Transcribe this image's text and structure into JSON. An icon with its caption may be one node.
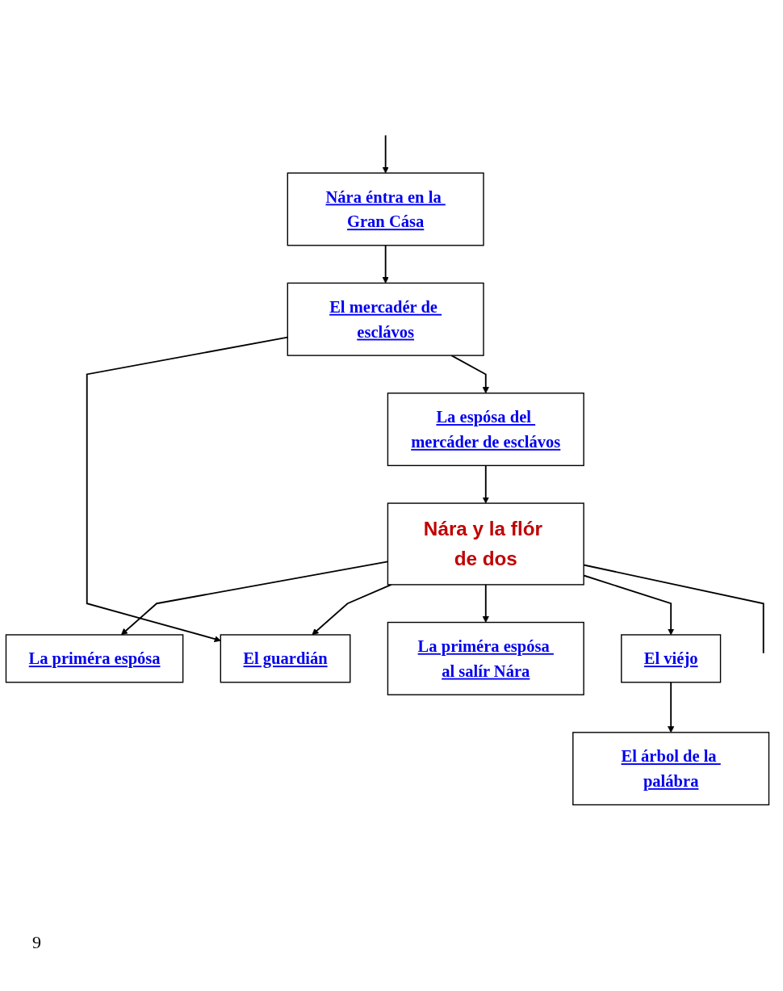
{
  "diagram": {
    "nodes": [
      {
        "text": [
          "Nára y la flór de dos"
        ]
      },
      {
        "text": [
          "La priméra espósa"
        ]
      },
      {
        "text": [
          "Nára éntra en la Gran Cása"
        ]
      },
      {
        "text": [
          "El mercadér de esclávos"
        ]
      },
      {
        "text": [
          "El guardián"
        ]
      },
      {
        "text": [
          "La espósa del mercáder de esclávos"
        ]
      },
      {
        "text": [
          "La priméra espósa al salír Nára"
        ]
      },
      {
        "text": [
          "El viéjo"
        ]
      },
      {
        "text": [
          "El árbol de la palábra"
        ]
      }
    ],
    "edges": [
      {
        "from": 0,
        "to": 1,
        "arrow": "to"
      },
      {
        "from": 0,
        "to": 4,
        "arrow": "to"
      },
      {
        "from": 0,
        "to": 6,
        "arrow": "to"
      },
      {
        "from": 0,
        "to": 7,
        "arrow": "to"
      },
      {
        "from": 0,
        "to": null,
        "arrow": "none"
      },
      {
        "from": null,
        "to": 2,
        "arrow": "to"
      },
      {
        "from": 2,
        "to": 3,
        "arrow": "to"
      },
      {
        "from": 3,
        "to": 4,
        "arrow": "to"
      },
      {
        "from": 3,
        "to": 5,
        "arrow": "to"
      },
      {
        "from": 5,
        "to": 0,
        "arrow": "to"
      },
      {
        "from": 7,
        "to": 8,
        "arrow": "to"
      }
    ],
    "labels": [
      "9"
    ]
  }
}
